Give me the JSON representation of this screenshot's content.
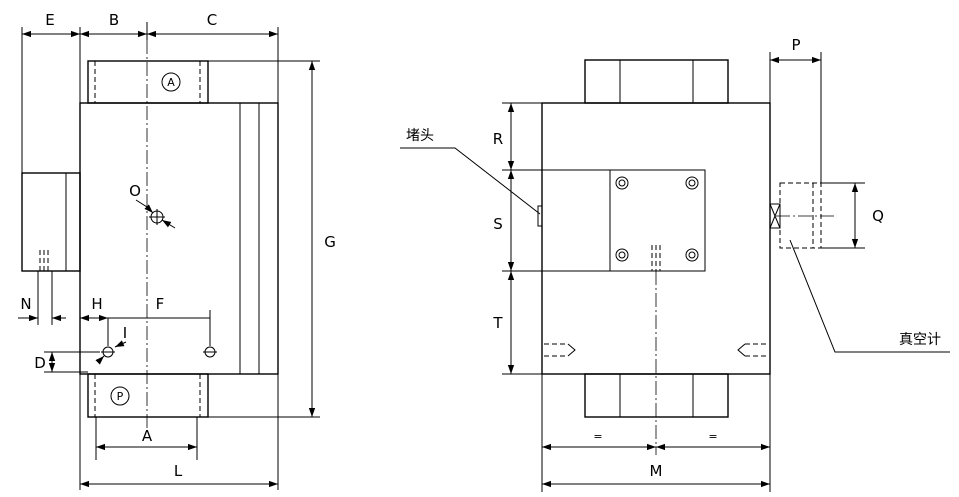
{
  "left_view": {
    "dim_E": "E",
    "dim_B": "B",
    "dim_C": "C",
    "dim_G": "G",
    "dim_O": "O",
    "dim_N": "N",
    "dim_H": "H",
    "dim_F": "F",
    "dim_I": "I",
    "dim_D": "D",
    "dim_A": "A",
    "dim_L": "L",
    "port_top": "A",
    "port_bottom": "P"
  },
  "right_view": {
    "dim_P": "P",
    "dim_R": "R",
    "dim_S": "S",
    "dim_T": "T",
    "dim_Q": "Q",
    "dim_M": "M",
    "equal_left": "=",
    "equal_right": "=",
    "callout_plug": "堵头",
    "callout_gauge": "真空计"
  }
}
